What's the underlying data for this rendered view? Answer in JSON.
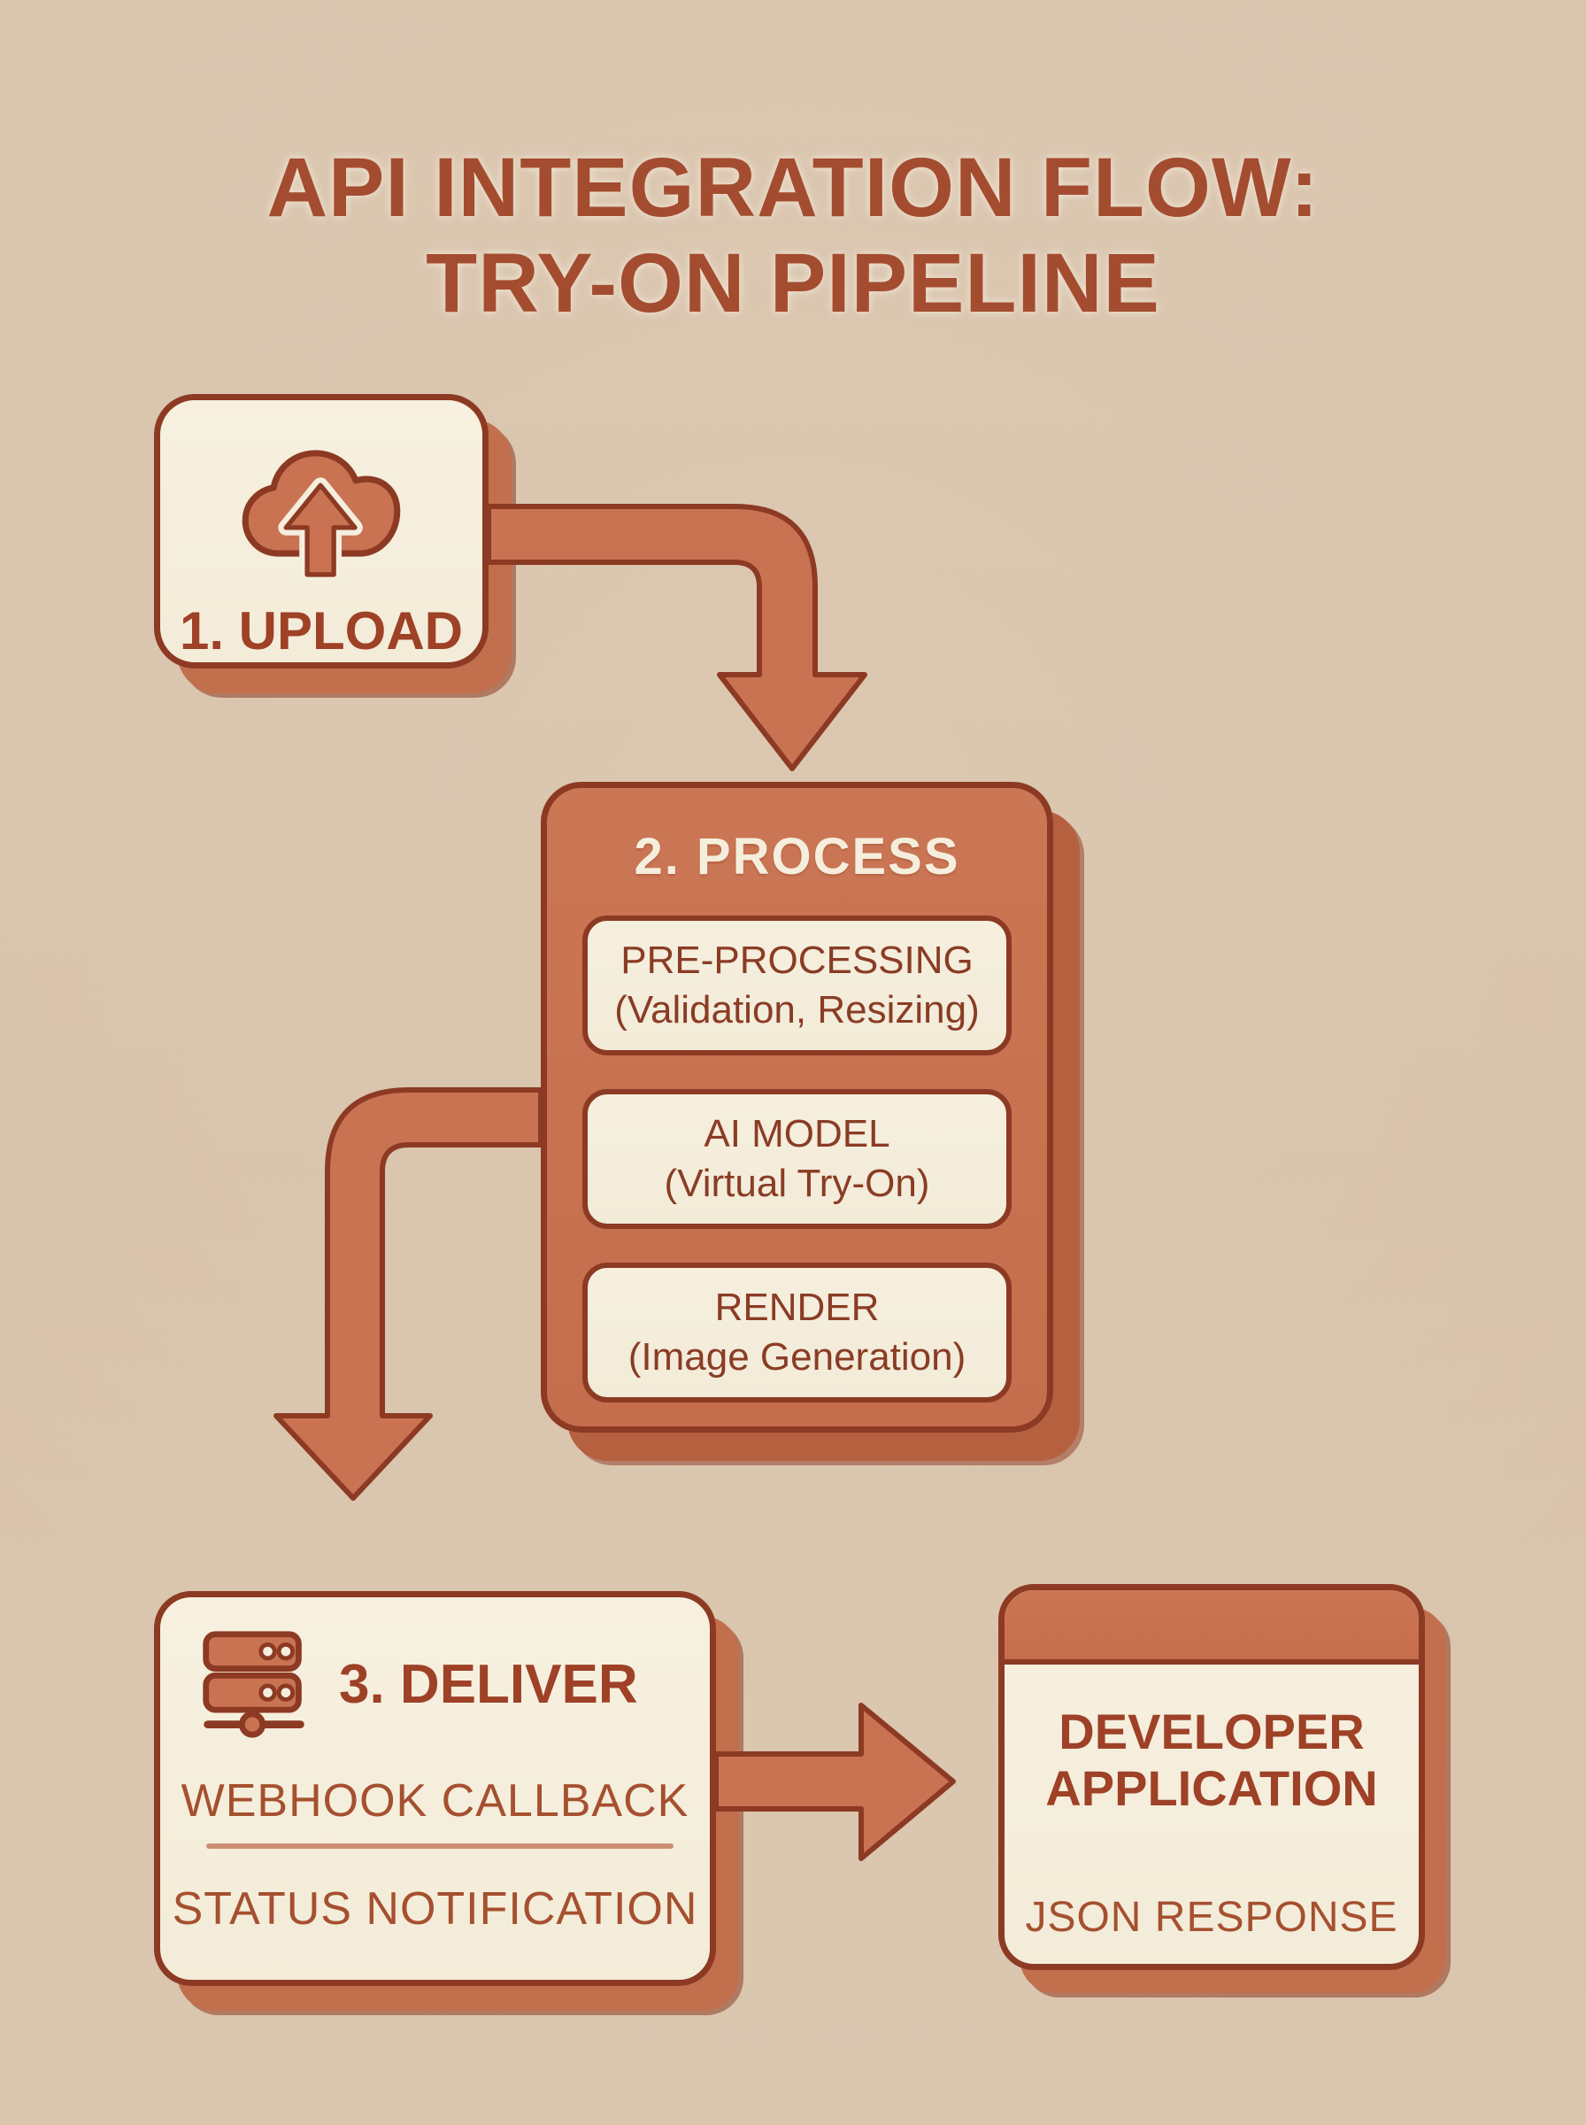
{
  "diagram": {
    "title_line1": "API INTEGRATION FLOW:",
    "title_line2": "TRY-ON PIPELINE",
    "nodes": {
      "upload": {
        "label": "1. UPLOAD",
        "icon": "cloud-upload-icon"
      },
      "process": {
        "label": "2. PROCESS",
        "steps": [
          {
            "title": "PRE-PROCESSING",
            "subtitle": "(Validation, Resizing)"
          },
          {
            "title": "AI MODEL",
            "subtitle": "(Virtual Try-On)"
          },
          {
            "title": "RENDER",
            "subtitle": "(Image Generation)"
          }
        ]
      },
      "deliver": {
        "label": "3. DELIVER",
        "icon": "server-icon",
        "items": [
          "WEBHOOK CALLBACK",
          "STATUS NOTIFICATION"
        ]
      },
      "developer": {
        "label_line1": "DEVELOPER",
        "label_line2": "APPLICATION",
        "item": "JSON RESPONSE"
      }
    },
    "colors": {
      "background": "#d9c3ac",
      "cream": "#f5eedd",
      "terracotta": "#c97352",
      "outline": "#8c3a23",
      "text_rust": "#a44c30"
    }
  }
}
